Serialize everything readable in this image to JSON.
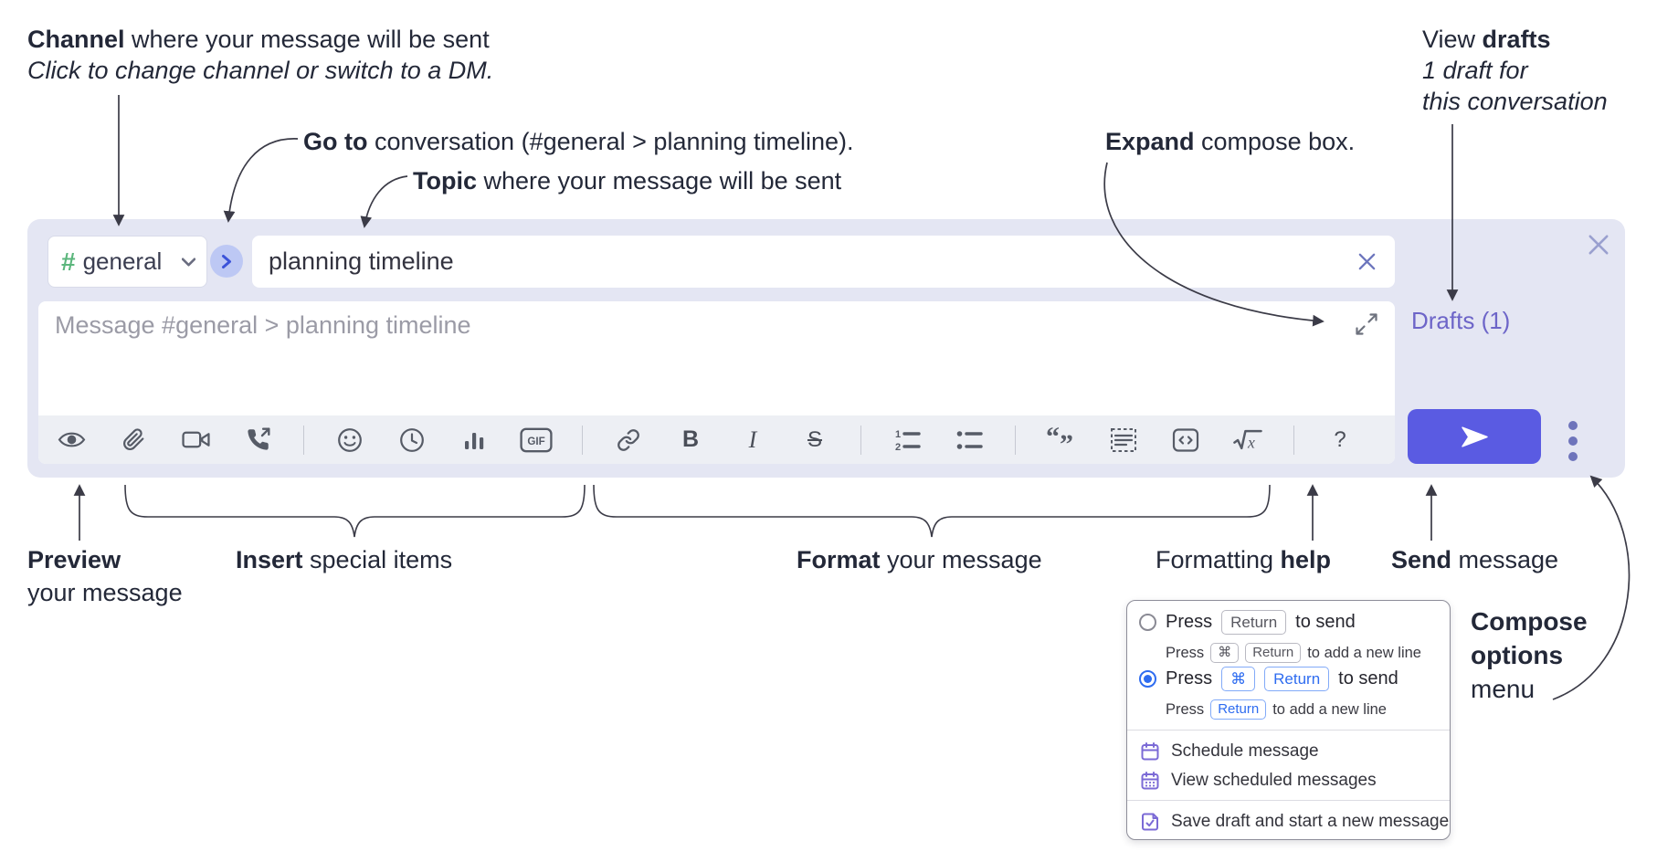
{
  "annotations": {
    "channel": {
      "bold": "Channel",
      "rest": " where your message will be sent",
      "sub": "Click to change channel or switch to a DM."
    },
    "goto": {
      "bold": "Go to",
      "rest": " conversation (#general > planning timeline)."
    },
    "topic": {
      "bold": "Topic",
      "rest": " where your message will be sent"
    },
    "expand": {
      "bold": "Expand",
      "rest": " compose box."
    },
    "view_drafts": {
      "pre": "View ",
      "bold": "drafts",
      "line2": "1 draft for",
      "line3": "this conversation"
    },
    "preview": {
      "bold": "Preview",
      "line2": "your message"
    },
    "insert": {
      "bold": "Insert",
      "rest": " special items"
    },
    "format": {
      "bold": "Format",
      "rest": " your message"
    },
    "formatting_help": {
      "pre": "Formatting ",
      "bold": "help"
    },
    "send": {
      "bold": "Send",
      "rest": " message"
    },
    "compose_options": {
      "line1": "Compose",
      "line2": "options",
      "line3": "menu"
    }
  },
  "compose": {
    "channel_hash": "#",
    "channel_name": "general",
    "topic_value": "planning timeline",
    "message_placeholder": "Message #general > planning timeline",
    "drafts_label": "Drafts (1)"
  },
  "toolbar": {
    "bold": "B",
    "italic": "I",
    "strike": "S",
    "gif": "GIF",
    "help": "?",
    "math_x": "x",
    "ol_1": "1",
    "ol_2": "2"
  },
  "menu": {
    "opt1": {
      "press": "Press",
      "key": "Return",
      "after": "to send",
      "sub_press": "Press",
      "sub_key1": "⌘",
      "sub_key2": "Return",
      "sub_after": "to add a new line"
    },
    "opt2": {
      "press": "Press",
      "key1": "⌘",
      "key2": "Return",
      "after": "to send",
      "sub_press": "Press",
      "sub_key": "Return",
      "sub_after": "to add a new line"
    },
    "items": [
      {
        "label": "Schedule message"
      },
      {
        "label": "View scheduled messages"
      },
      {
        "label": "Save draft and start a new message"
      }
    ]
  },
  "colors": {
    "container": "#e4e6f3",
    "accent_send": "#5a5be2",
    "link_purple": "#6d65c8",
    "radio_blue": "#2e6cf0",
    "hash_green": "#5bb67c",
    "menu_icon_purple": "#7b6ad6"
  }
}
